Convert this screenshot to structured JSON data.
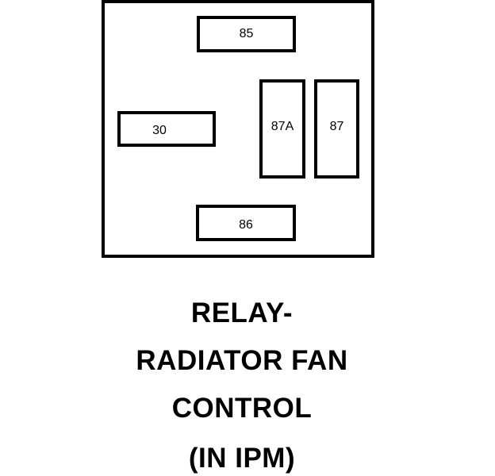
{
  "relay": {
    "terminals": {
      "t85": "85",
      "t30": "30",
      "t87a": "87A",
      "t87": "87",
      "t86": "86"
    }
  },
  "caption": {
    "line1": "RELAY-",
    "line2": "RADIATOR FAN",
    "line3": "CONTROL",
    "line4": "(IN IPM)"
  }
}
